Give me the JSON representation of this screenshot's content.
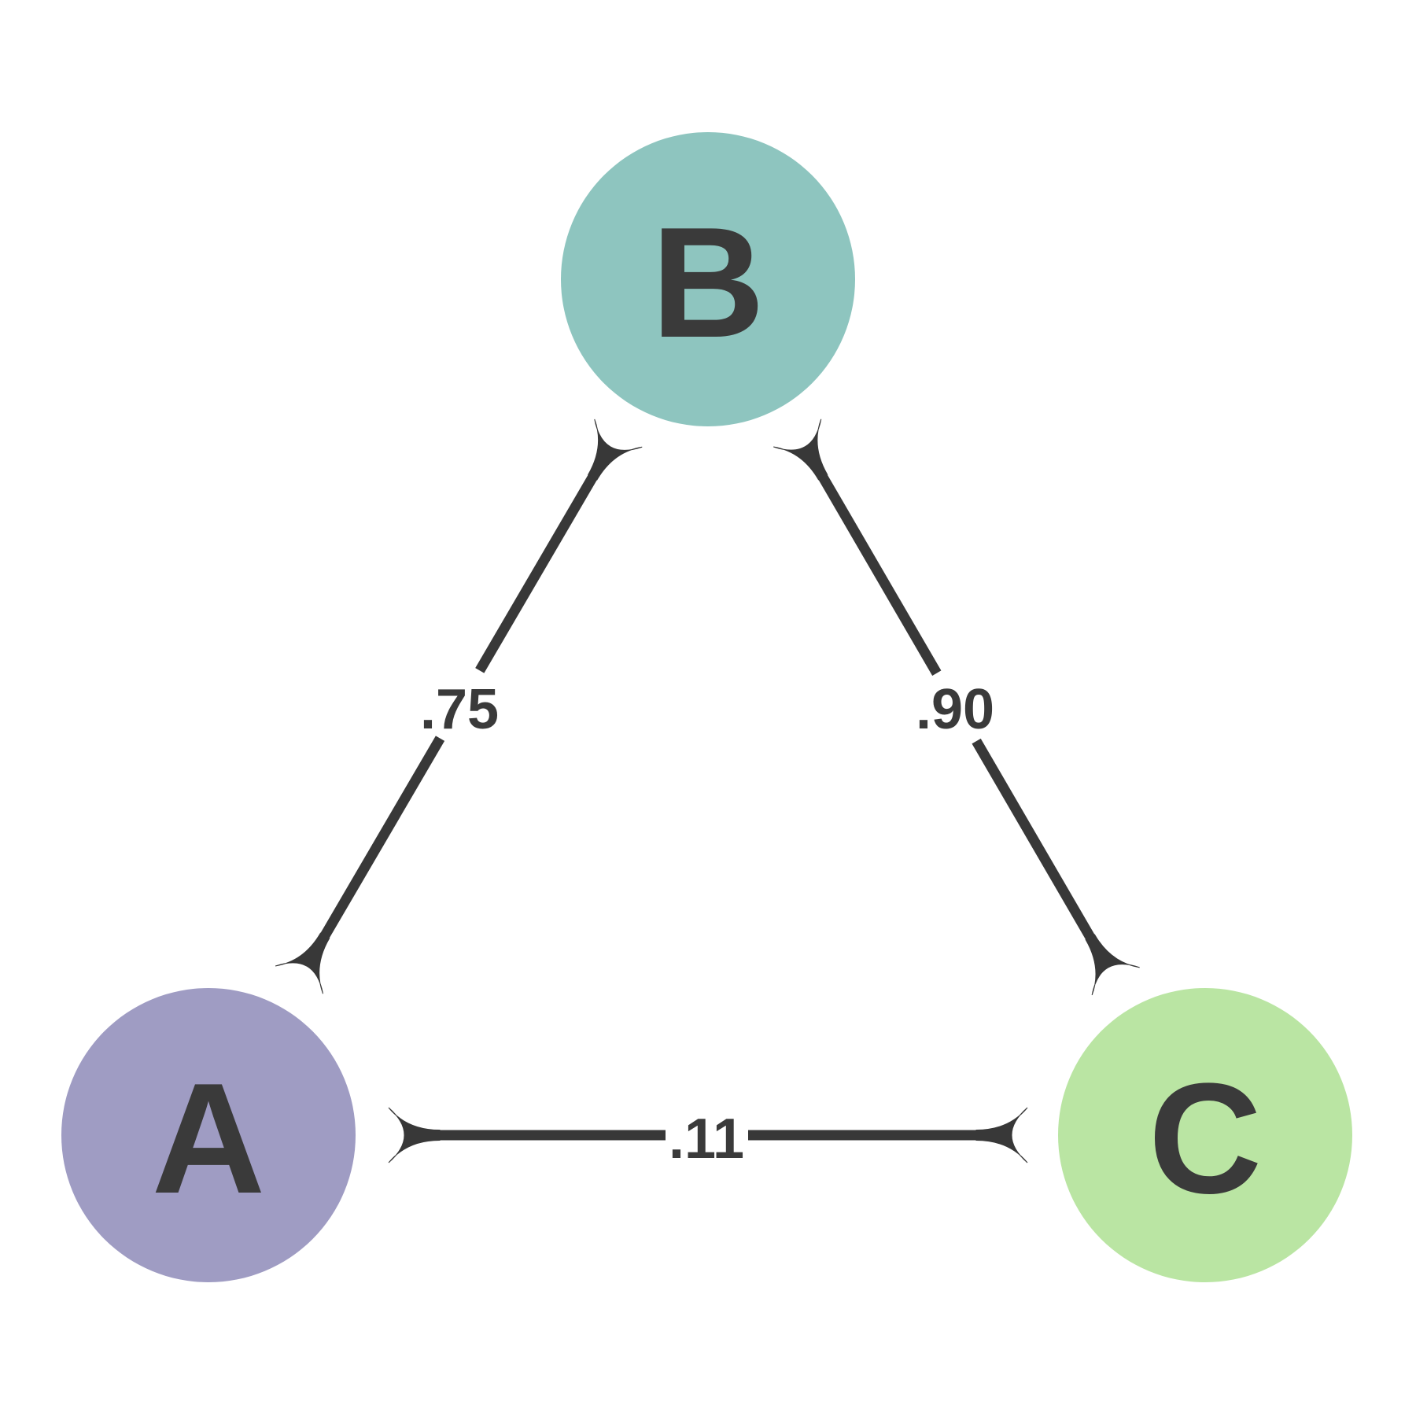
{
  "diagram": {
    "background_color": "#ffffff",
    "text_color": "#3a3a3a",
    "edge_color": "#383838",
    "nodes": [
      {
        "id": "A",
        "label": "A",
        "color": "#9f9cc3"
      },
      {
        "id": "B",
        "label": "B",
        "color": "#8ec5bf"
      },
      {
        "id": "C",
        "label": "C",
        "color": "#bae5a3"
      }
    ],
    "edges": [
      {
        "from": "A",
        "to": "B",
        "label": ".75",
        "arrows": "both"
      },
      {
        "from": "B",
        "to": "C",
        "label": ".90",
        "arrows": "both"
      },
      {
        "from": "A",
        "to": "C",
        "label": ".11",
        "arrows": "both"
      }
    ]
  }
}
